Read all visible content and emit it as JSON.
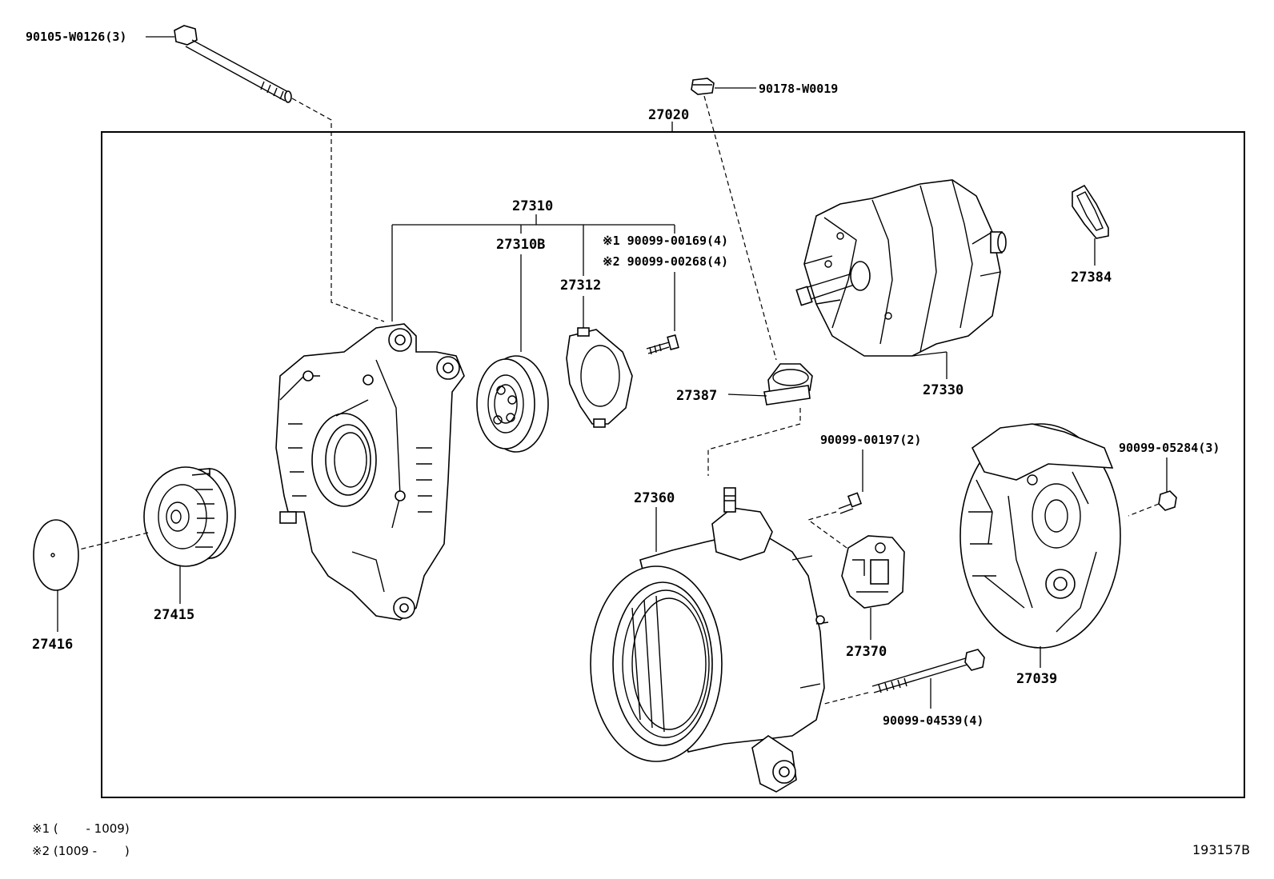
{
  "diagram": {
    "assembly_number": "27020",
    "figure_id": "193157B",
    "parts": [
      {
        "id": "bolt_through_top",
        "label": "90105-W0126(3)"
      },
      {
        "id": "nut_top",
        "label": "90178-W0019"
      },
      {
        "id": "frame_assy",
        "label": "27310"
      },
      {
        "id": "bearing",
        "label": "27310B"
      },
      {
        "id": "retainer_plate",
        "label": "27312"
      },
      {
        "id": "screw_1",
        "label": "※1 90099-00169(4)"
      },
      {
        "id": "screw_2",
        "label": "※2 90099-00268(4)"
      },
      {
        "id": "rotor",
        "label": "27330"
      },
      {
        "id": "ring",
        "label": "27384"
      },
      {
        "id": "insulator",
        "label": "27387"
      },
      {
        "id": "screw_regulator",
        "label": "90099-00197(2)"
      },
      {
        "id": "nut_cover",
        "label": "90099-05284(3)"
      },
      {
        "id": "stator",
        "label": "27360"
      },
      {
        "id": "regulator",
        "label": "27370"
      },
      {
        "id": "rear_cover",
        "label": "27039"
      },
      {
        "id": "pulley",
        "label": "27415"
      },
      {
        "id": "pulley_cap",
        "label": "27416"
      },
      {
        "id": "bolt_through_bottom",
        "label": "90099-04539(4)"
      }
    ],
    "notes": [
      "※1 (　　 - 1009)",
      "※2 (1009 - 　　)"
    ]
  }
}
